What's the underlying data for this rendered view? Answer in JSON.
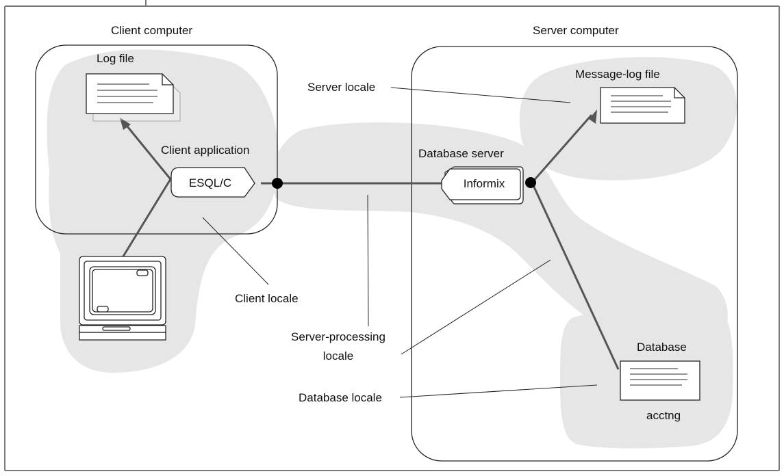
{
  "title": "",
  "colors": {
    "frame": "#7a7a7a",
    "shade": "#e6e6e6",
    "line": "#222222",
    "connector": "#555555"
  },
  "labels": {
    "client_computer": "Client computer",
    "server_computer": "Server computer",
    "log_file": "Log file",
    "message_log_file": "Message-log file",
    "server_locale": "Server locale",
    "client_application": "Client application",
    "esqlc": "ESQL/C",
    "database_server": "Database server",
    "informix": "Informix",
    "client_locale": "Client locale",
    "server_processing_locale_line1": "Server-processing",
    "server_processing_locale_line2": "locale",
    "database_locale": "Database locale",
    "database": "Database",
    "acctng": "acctng"
  },
  "icons": [
    "document-icon",
    "document-icon",
    "document-icon",
    "terminal-icon",
    "process-icon"
  ]
}
